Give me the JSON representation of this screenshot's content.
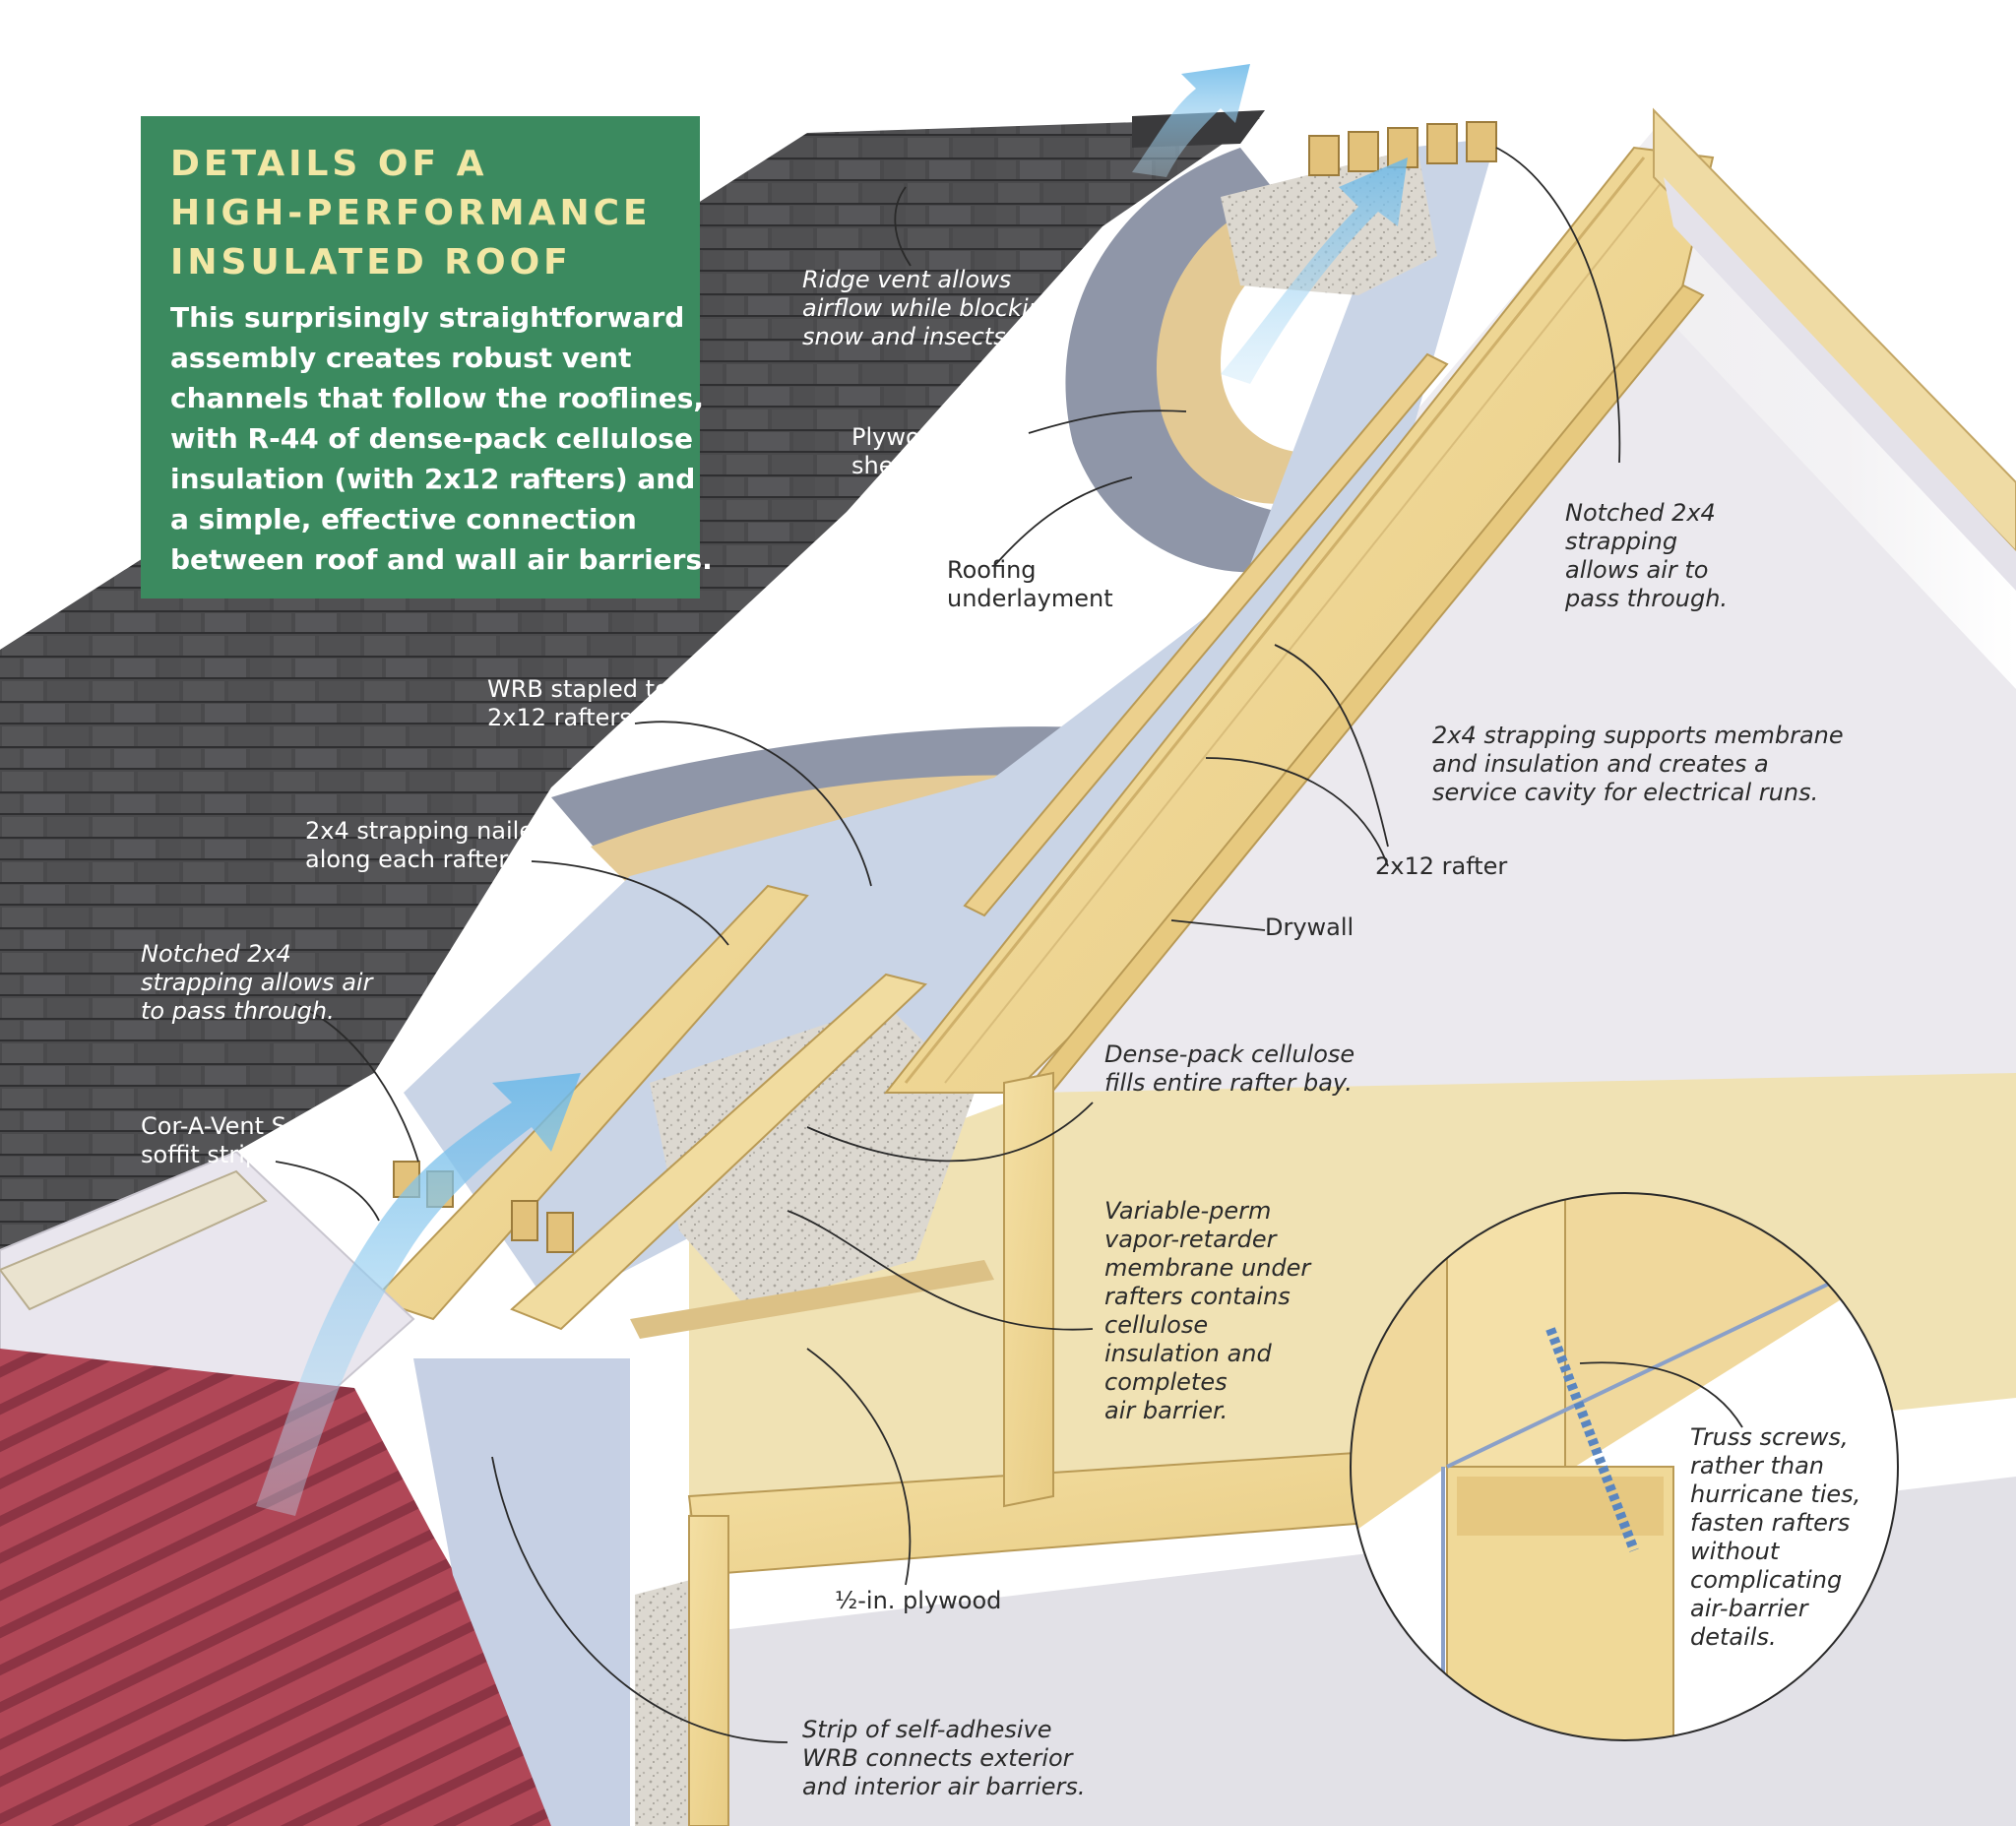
{
  "title_lines": [
    "DETAILS OF A",
    "HIGH-PERFORMANCE",
    "INSULATED ROOF"
  ],
  "intro_lines": [
    "This surprisingly straightforward",
    "assembly creates robust vent",
    "channels that follow the rooflines,",
    "with R-44 of dense-pack cellulose",
    "insulation (with 2x12 rafters) and",
    "a simple, effective connection",
    "between roof and wall air barriers."
  ],
  "labels": {
    "ridge_vent": [
      "Ridge vent allows",
      "airflow while blocking",
      "snow and insects."
    ],
    "plywood_sheathing": [
      "Plywood roof",
      "sheathing"
    ],
    "roofing_underlayment": [
      "Roofing",
      "underlayment"
    ],
    "notched_strapping_top": [
      "Notched 2x4",
      "strapping",
      "allows air to",
      "pass through."
    ],
    "strapping_membrane": [
      "2x4 strapping supports membrane",
      "and insulation and creates a",
      "service cavity for electrical runs."
    ],
    "rafter": [
      "2x12 rafter"
    ],
    "drywall": [
      "Drywall"
    ],
    "wrb_stapled": [
      "WRB stapled to",
      "2x12 rafters"
    ],
    "strapping_nailed": [
      "2x4 strapping nailed",
      "along each rafter"
    ],
    "notched_strapping_left": [
      "Notched 2x4",
      "strapping allows air",
      "to pass through."
    ],
    "soffit_strip": [
      "Cor-A-Vent S-400",
      "soffit strip"
    ],
    "dense_pack": [
      "Dense-pack cellulose",
      "fills entire rafter bay."
    ],
    "vapor_retarder": [
      "Variable-perm",
      "vapor-retarder",
      "membrane under",
      "rafters contains",
      "cellulose",
      "insulation and",
      "completes",
      "air barrier."
    ],
    "half_plywood": [
      "½-in. plywood"
    ],
    "truss_screws": [
      "Truss screws,",
      "rather than",
      "hurricane ties,",
      "fasten rafters",
      "without",
      "complicating",
      "air-barrier",
      "details."
    ],
    "self_adhesive_wrb": [
      "Strip of self-adhesive",
      "WRB connects exterior",
      "and interior air barriers."
    ]
  },
  "colors": {
    "title_bg": "#3b8a5f",
    "title_text": "#f2e7a5",
    "shingles": "#4a4a4c",
    "wood": "#efd89a",
    "siding": "#b14a5a",
    "membrane": "#c9d4e6",
    "cellulose": "#d8d4cc",
    "airflow": "#8cc8ee"
  },
  "icons": [
    "airflow-arrow",
    "leader-arrow",
    "truss-screw"
  ]
}
